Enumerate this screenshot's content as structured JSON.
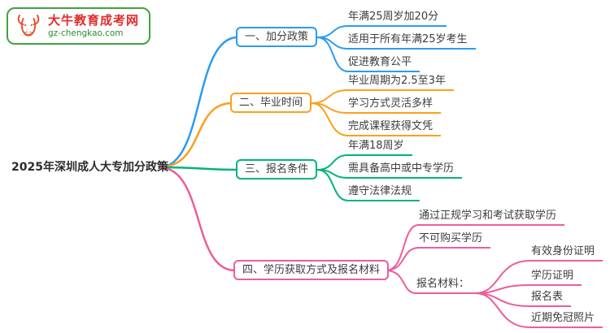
{
  "logo": {
    "title": "大牛教育成考网",
    "url": "gz-chengkao.com",
    "border_color": "#3fa33f",
    "title_color": "#e02b2b",
    "icon": "bull-icon"
  },
  "root": {
    "label": "2025年深圳成人大专加分政策"
  },
  "colors": {
    "branch1": "#2b9bf2",
    "branch2": "#fba01d",
    "branch3": "#00b578",
    "branch4": "#ee5c9c"
  },
  "branches": [
    {
      "label": "一、加分政策",
      "color": "#2b9bf2",
      "children": [
        "年满25周岁加20分",
        "适用于所有年满25岁考生",
        "促进教育公平"
      ]
    },
    {
      "label": "二、毕业时间",
      "color": "#fba01d",
      "children": [
        "毕业周期为2.5至3年",
        "学习方式灵活多样",
        "完成课程获得文凭"
      ]
    },
    {
      "label": "三、报名条件",
      "color": "#00b578",
      "children": [
        "年满18周岁",
        "需具备高中或中专学历",
        "遵守法律法规"
      ]
    },
    {
      "label": "四、学历获取方式及报名材料",
      "color": "#ee5c9c",
      "children": [
        "通过正规学习和考试获取学历",
        "不可购买学历"
      ],
      "sub": {
        "label": "报名材料：",
        "children": [
          "有效身份证明",
          "学历证明",
          "报名表",
          "近期免冠照片"
        ]
      }
    }
  ]
}
